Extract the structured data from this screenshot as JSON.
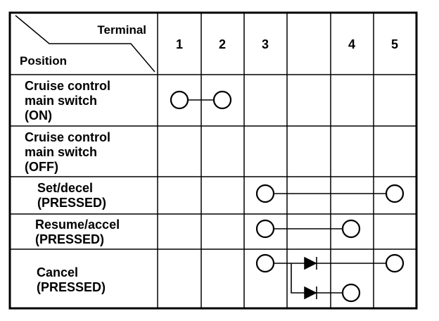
{
  "header": {
    "terminal_label": "Terminal",
    "position_label": "Position",
    "columns": [
      "1",
      "2",
      "3",
      "",
      "4",
      "5"
    ]
  },
  "rows": [
    {
      "label_lines": [
        "Cruise control",
        "main switch",
        "(ON)"
      ]
    },
    {
      "label_lines": [
        "Cruise control",
        "main switch",
        "(OFF)"
      ]
    },
    {
      "label_lines": [
        "Set/decel",
        "(PRESSED)"
      ]
    },
    {
      "label_lines": [
        "Resume/accel",
        "(PRESSED)"
      ]
    },
    {
      "label_lines": [
        "Cancel",
        "(PRESSED)"
      ]
    }
  ],
  "connections": [
    {
      "row": "Cruise control main switch (ON)",
      "terminals": [
        "1",
        "2"
      ]
    },
    {
      "row": "Set/decel (PRESSED)",
      "terminals": [
        "3",
        "5"
      ]
    },
    {
      "row": "Resume/accel (PRESSED)",
      "terminals": [
        "3",
        "4"
      ]
    },
    {
      "row": "Cancel (PRESSED)",
      "terminals": [
        "3",
        "5"
      ],
      "via": "diode"
    },
    {
      "row": "Cancel (PRESSED)",
      "terminals": [
        "3",
        "4"
      ],
      "via": "diode"
    }
  ]
}
